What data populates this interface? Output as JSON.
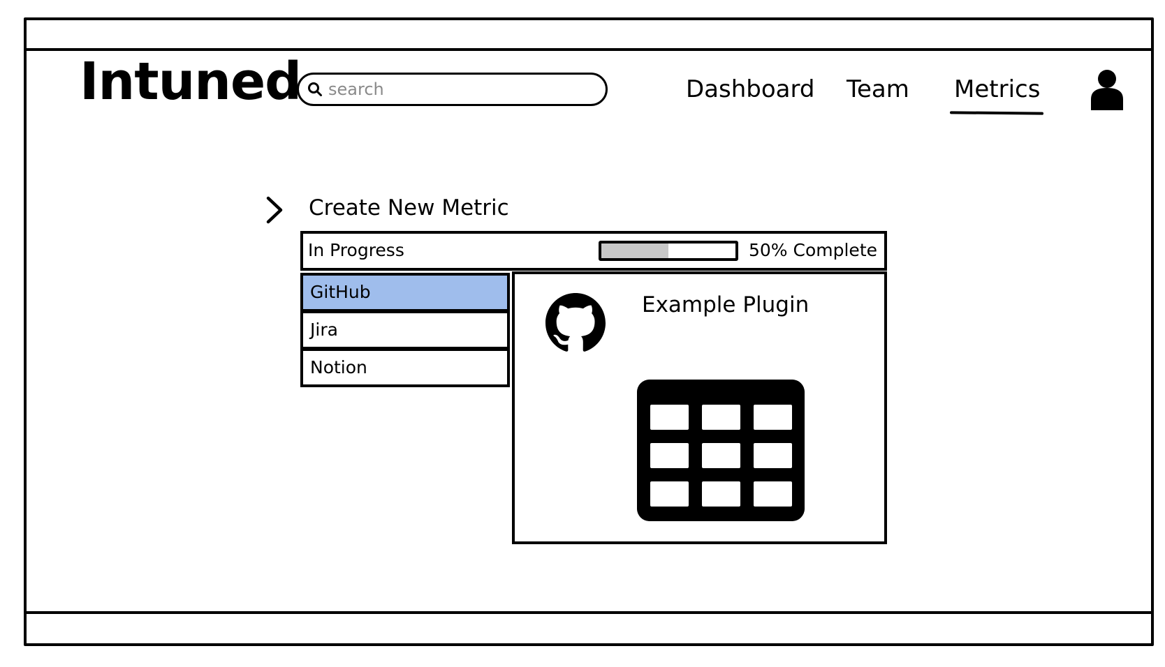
{
  "app": {
    "logo": "Intuned"
  },
  "search": {
    "placeholder": "search",
    "value": ""
  },
  "nav": {
    "items": [
      {
        "label": "Dashboard"
      },
      {
        "label": "Team"
      },
      {
        "label": "Metrics",
        "active": true
      }
    ]
  },
  "header": {
    "avatar_icon": "user-icon"
  },
  "section": {
    "title": "Create New Metric",
    "toggle_icon": "chevron-right-icon"
  },
  "status": {
    "text": "In Progress",
    "progress": 0.5,
    "progress_label": "50% Complete"
  },
  "plugins": {
    "items": [
      {
        "label": "GitHub",
        "selected": true
      },
      {
        "label": "Jira"
      },
      {
        "label": "Notion"
      }
    ]
  },
  "detail": {
    "name": "Example Plugin",
    "logo_icon": "github-icon",
    "preview_icon": "table-grid-icon"
  },
  "colors": {
    "selected_item": "#9fbdec",
    "progress_fill": "#c8c8c8",
    "placeholder": "#8a8a8a"
  }
}
